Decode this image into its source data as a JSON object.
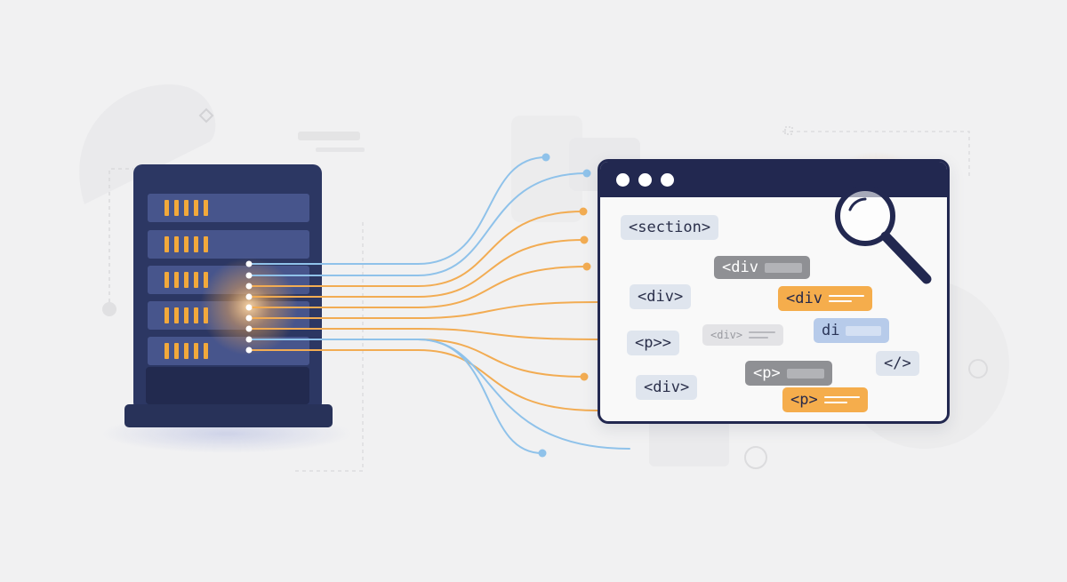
{
  "diagram": {
    "tags": {
      "section": "<section>",
      "div_grey": "<div",
      "div_left": "<div>",
      "div_orange": "<div",
      "div_pale": "<div>",
      "di_blue": "di",
      "p_left": "<p>>",
      "close": "</>",
      "p_grey": "<p>",
      "div_bottom": "<div>",
      "p_orange": "<p>"
    },
    "colors": {
      "server_body": "#2c3763",
      "server_slot": "#47558c",
      "led_amber": "#f2a93b",
      "wire_blue": "#8fc2ea",
      "wire_orange": "#f2ac53",
      "browser_frame": "#222850",
      "tag_orange": "#f5ad4c",
      "tag_grey": "#8f9094",
      "tag_blue": "#b7cbea"
    },
    "icons": [
      "server-rack-icon",
      "browser-window-icon",
      "magnifier-icon"
    ]
  }
}
